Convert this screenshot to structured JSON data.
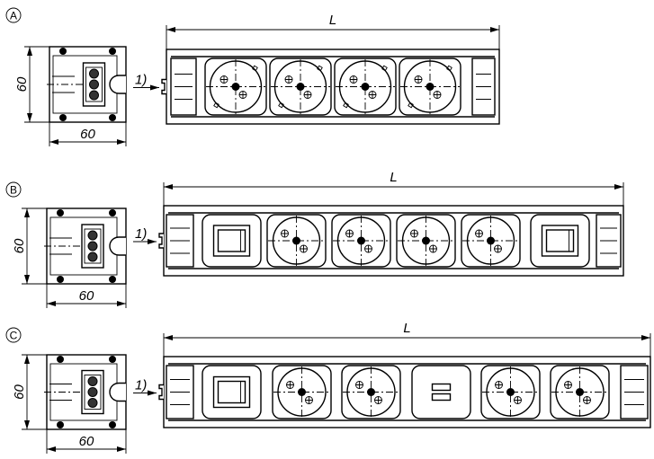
{
  "colors": {
    "line": "#000000",
    "background": "#ffffff"
  },
  "rows": [
    {
      "label": "A",
      "end_view": {
        "height_dim": "60",
        "width_dim": "60"
      },
      "footnote": "1)",
      "length_dim": "L",
      "modules": [
        "endcap",
        "schuko",
        "schuko",
        "schuko",
        "schuko",
        "endcap"
      ]
    },
    {
      "label": "B",
      "end_view": {
        "height_dim": "60",
        "width_dim": "60"
      },
      "footnote": "1)",
      "length_dim": "L",
      "modules": [
        "endcap",
        "switch",
        "french",
        "french",
        "french",
        "french",
        "switch",
        "endcap"
      ]
    },
    {
      "label": "C",
      "end_view": {
        "height_dim": "60",
        "width_dim": "60"
      },
      "footnote": "1)",
      "length_dim": "L",
      "modules": [
        "endcap",
        "switch",
        "french",
        "french",
        "usb",
        "french",
        "french",
        "endcap"
      ]
    }
  ]
}
